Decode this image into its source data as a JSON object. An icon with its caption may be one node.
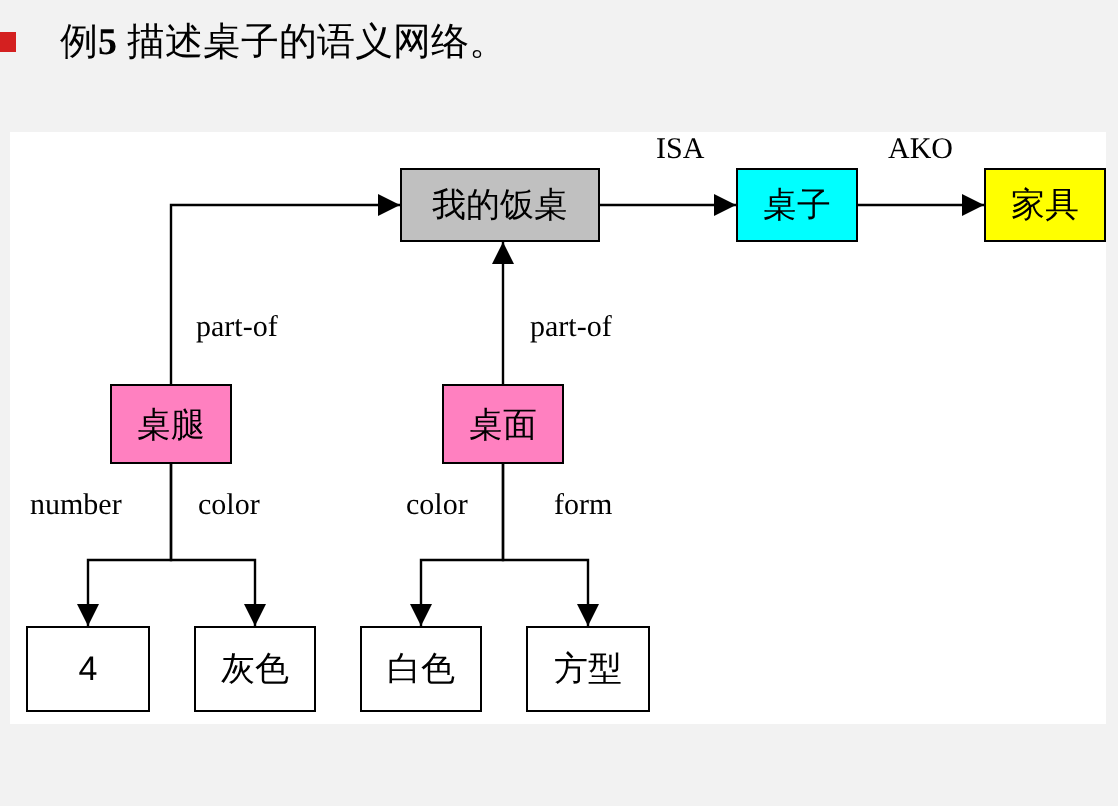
{
  "diagram": {
    "title": "例**5** 描述桌子的语义网络。",
    "nodes": [
      {
        "text": [
          "我的饭桌"
        ]
      },
      {
        "text": [
          "桌子"
        ]
      },
      {
        "text": [
          "家具"
        ]
      },
      {
        "text": [
          "桌腿"
        ]
      },
      {
        "text": [
          "桌面"
        ]
      },
      {
        "text": [
          "4"
        ]
      },
      {
        "text": [
          "灰色"
        ]
      },
      {
        "text": [
          "白色"
        ]
      },
      {
        "text": [
          "方型"
        ]
      }
    ],
    "edges": [
      {
        "from": 0,
        "to": 1,
        "arrow": "to",
        "label": "ISA"
      },
      {
        "from": 1,
        "to": 2,
        "arrow": "to",
        "label": "AKO"
      },
      {
        "from": 3,
        "to": 0,
        "arrow": "to",
        "label": "part-of"
      },
      {
        "from": 4,
        "to": 0,
        "arrow": "to",
        "label": "part-of"
      },
      {
        "from": 3,
        "to": 5,
        "arrow": "to",
        "label": "number"
      },
      {
        "from": 3,
        "to": 6,
        "arrow": "to",
        "label": "color"
      },
      {
        "from": 4,
        "to": 7,
        "arrow": "to",
        "label": "color"
      },
      {
        "from": 4,
        "to": 8,
        "arrow": "to",
        "label": "form"
      }
    ]
  }
}
